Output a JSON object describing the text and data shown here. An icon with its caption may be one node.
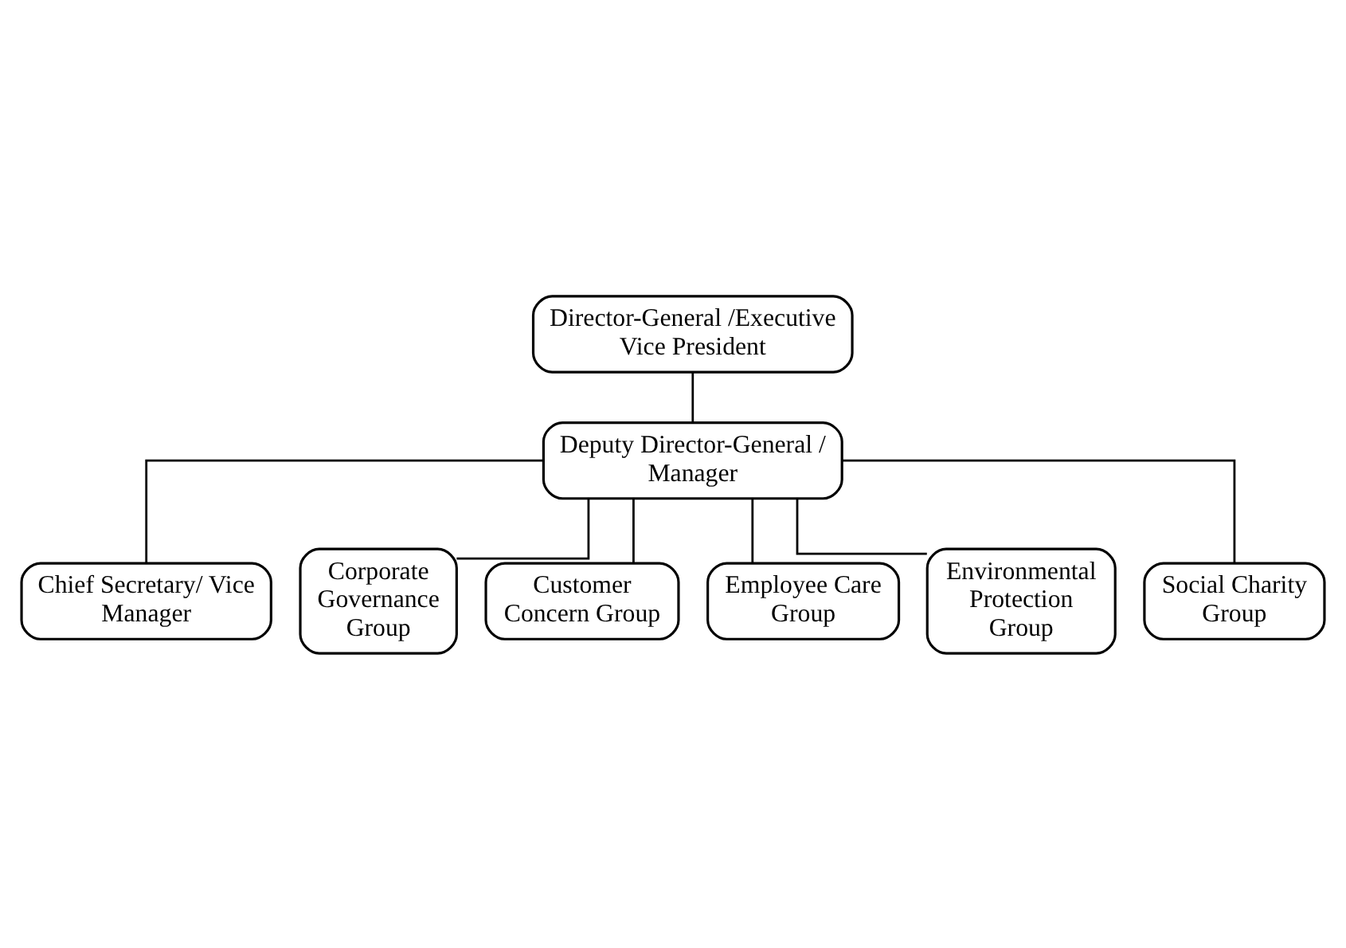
{
  "diagram": {
    "nodes": [
      {
        "text": [
          "Director-General /Executive Vice President"
        ]
      },
      {
        "text": [
          "Deputy Director-General / Manager"
        ]
      },
      {
        "text": [
          "Chief Secretary/ Vice Manager"
        ]
      },
      {
        "text": [
          "Corporate Governance Group"
        ]
      },
      {
        "text": [
          "Customer Concern Group"
        ]
      },
      {
        "text": [
          "Employee Care Group"
        ]
      },
      {
        "text": [
          "Environmental Protection Group"
        ]
      },
      {
        "text": [
          "Social Charity Group"
        ]
      }
    ],
    "edges": [
      {
        "from": 0,
        "to": 1,
        "arrow": "none"
      },
      {
        "from": 1,
        "to": 2,
        "arrow": "none"
      },
      {
        "from": 1,
        "to": 3,
        "arrow": "none"
      },
      {
        "from": 1,
        "to": 4,
        "arrow": "none"
      },
      {
        "from": 1,
        "to": 5,
        "arrow": "none"
      },
      {
        "from": 1,
        "to": 6,
        "arrow": "none"
      },
      {
        "from": 1,
        "to": 7,
        "arrow": "none"
      }
    ]
  }
}
